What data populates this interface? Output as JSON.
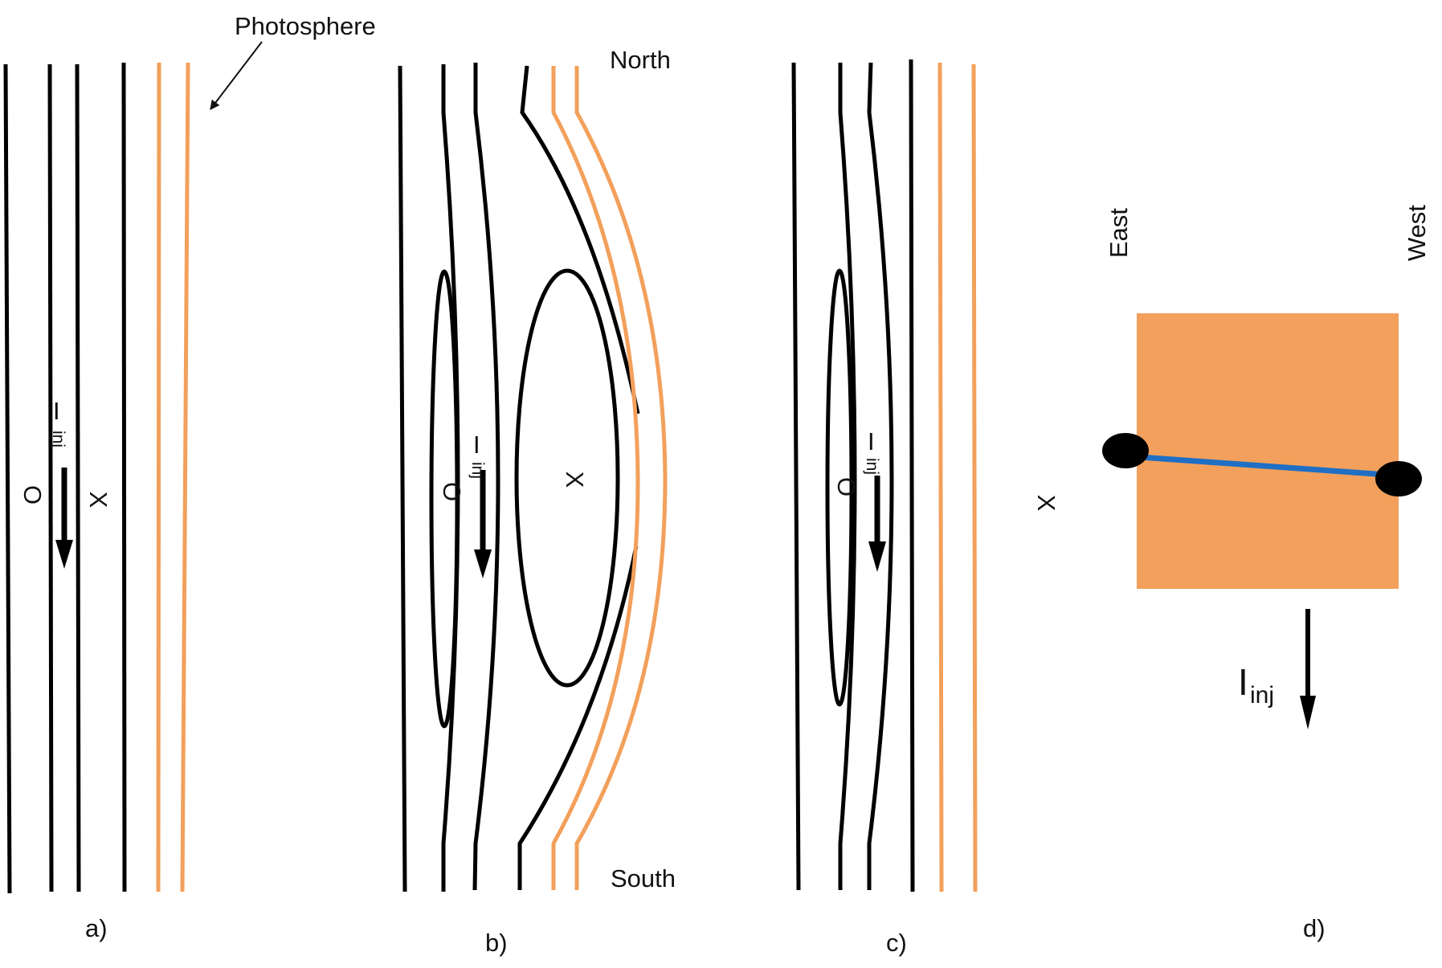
{
  "colors": {
    "field_line": "#000000",
    "photosphere": "#F2A05B",
    "wire": "#1F6FC4",
    "sunspot": "#000000"
  },
  "labels": {
    "photosphere": "Photosphere",
    "north": "North",
    "south": "South",
    "east": "East",
    "west": "West",
    "o_point": "O",
    "x_point": "X",
    "current_main": "I",
    "current_sub": "inj"
  },
  "panels": [
    {
      "id": "a",
      "caption": "a)"
    },
    {
      "id": "b",
      "caption": "b)"
    },
    {
      "id": "c",
      "caption": "c)"
    },
    {
      "id": "d",
      "caption": "d)"
    }
  ]
}
